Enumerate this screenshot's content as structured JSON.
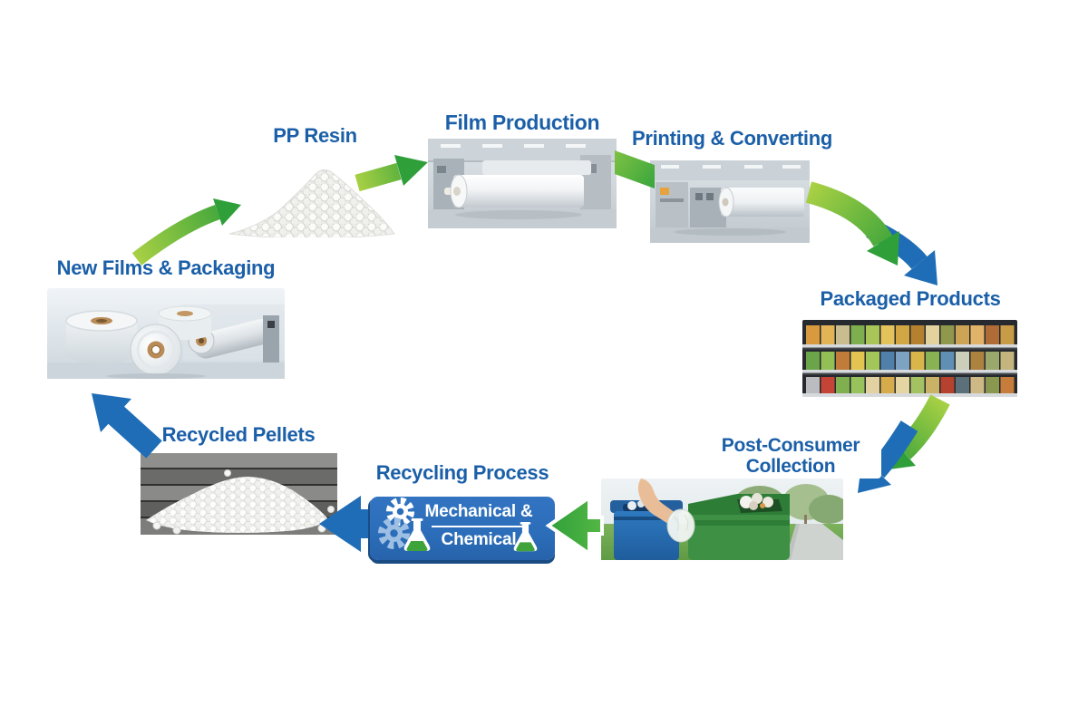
{
  "diagram": {
    "type": "cycle",
    "subject": "PP film lifecycle / recycling loop",
    "nodes": [
      {
        "id": "pp-resin",
        "label": "PP Resin"
      },
      {
        "id": "film-production",
        "label": "Film Production"
      },
      {
        "id": "printing-converting",
        "label": "Printing & Converting"
      },
      {
        "id": "packaged-products",
        "label": "Packaged Products"
      },
      {
        "id": "post-consumer-collection",
        "label": "Post-Consumer Collection"
      },
      {
        "id": "recycling-process",
        "label": "Recycling Process",
        "box": {
          "line1": "Mechanical &",
          "line2": "Chemical",
          "icons": [
            "gear-icon",
            "gear-icon",
            "flask-icon",
            "flask-icon"
          ]
        }
      },
      {
        "id": "recycled-pellets",
        "label": "Recycled Pellets"
      },
      {
        "id": "new-films-packaging",
        "label": "New Films & Packaging"
      }
    ],
    "flow": [
      {
        "from": "new-films-packaging",
        "to": "pp-resin",
        "arrow": "green"
      },
      {
        "from": "pp-resin",
        "to": "film-production",
        "arrow": "green"
      },
      {
        "from": "film-production",
        "to": "printing-converting",
        "arrow": "green"
      },
      {
        "from": "printing-converting",
        "to": "packaged-products",
        "arrow": "green+blue"
      },
      {
        "from": "packaged-products",
        "to": "post-consumer-collection",
        "arrow": "green+blue"
      },
      {
        "from": "post-consumer-collection",
        "to": "recycling-process",
        "arrow": "green"
      },
      {
        "from": "recycling-process",
        "to": "recycled-pellets",
        "arrow": "blue"
      },
      {
        "from": "recycled-pellets",
        "to": "new-films-packaging",
        "arrow": "blue"
      }
    ],
    "colors": {
      "label_text": "#1b5fa8",
      "arrow_green_light": "#a8d044",
      "arrow_green_dark": "#2f9f3a",
      "arrow_blue": "#1f6db6",
      "process_box_blue": "#2b6db9",
      "flask_liquid_green": "#3fa33c"
    }
  }
}
